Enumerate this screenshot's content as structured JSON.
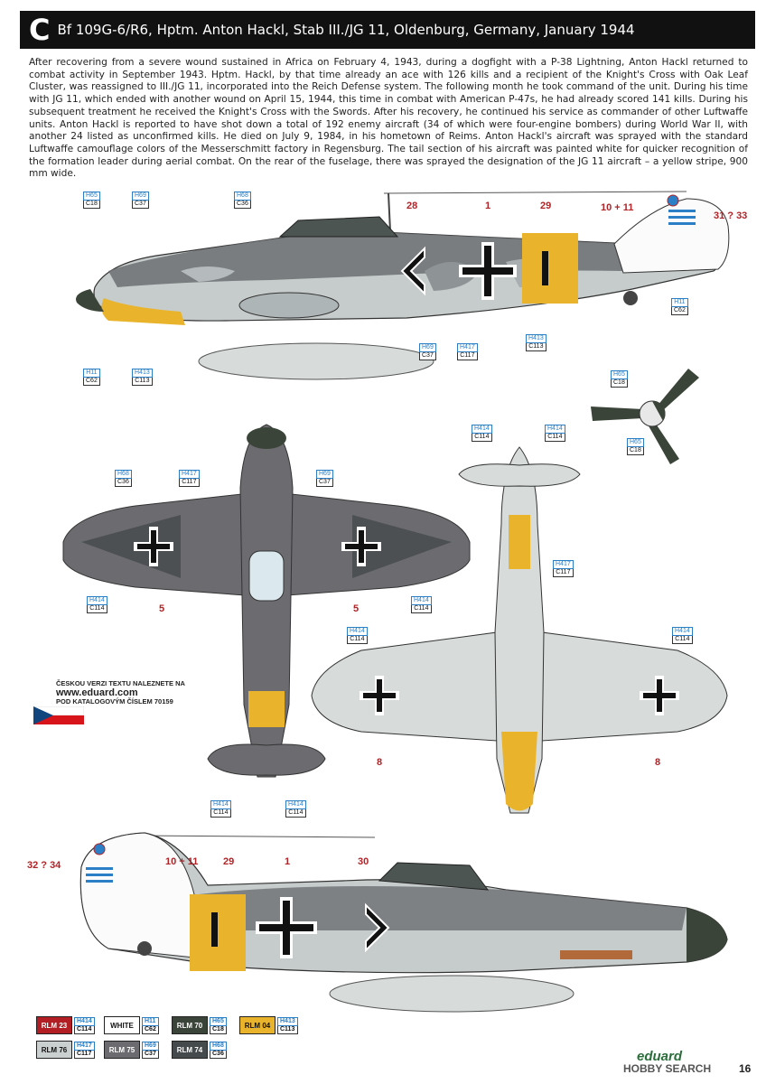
{
  "header": {
    "letter": "C",
    "title": "Bf 109G-6/R6, Hptm. Anton Hackl, Stab III./JG 11, Oldenburg, Germany, January 1944"
  },
  "description": "After recovering from a severe wound sustained in Africa on February 4, 1943, during a dogfight with a P-38 Lightning, Anton Hackl returned to combat activity in September 1943. Hptm. Hackl, by that time already an ace with 126 kills and a recipient of the Knight's Cross with Oak Leaf Cluster, was reassigned to III./JG 11, incorporated into the Reich Defense system. The following month he took command of the unit. During his time with JG 11, which ended with another wound on April 15, 1944, this time in combat with American P-47s, he had already scored 141 kills. During his subsequent treatment he received the Knight's Cross with the Swords. After his recovery, he continued his service as commander of other Luftwaffe units. Anton Hackl is reported to have shot down a total of 192 enemy aircraft (34 of which were four-engine bombers) during World War II, with another 24 listed as unconfirmed kills. He died on July 9, 1984, in his hometown of Reims. Anton Hackl's aircraft was sprayed with the standard Luftwaffe camouflage colors of the Messerschmitt factory in Regensburg. The tail section of his aircraft was painted white for quicker recognition of the formation leader during aerial combat. On the rear of the fuselage, there was sprayed the designation of the JG 11 aircraft – a yellow stripe, 900 mm wide.",
  "callouts": {
    "top_h65": {
      "h": "H65",
      "c": "C18"
    },
    "top_h69": {
      "h": "H69",
      "c": "C37"
    },
    "top_h68": {
      "h": "H68",
      "c": "C36"
    },
    "top_h11_tail": {
      "h": "H11",
      "c": "C62"
    },
    "top_h11_nose": {
      "h": "H11",
      "c": "C62"
    },
    "top_h413_nose": {
      "h": "H413",
      "c": "C113"
    },
    "top_h69_belly": {
      "h": "H69",
      "c": "C37"
    },
    "top_h417_belly": {
      "h": "H417",
      "c": "C117"
    },
    "top_h413_band": {
      "h": "H413",
      "c": "C113"
    },
    "prop_h65_top": {
      "h": "H65",
      "c": "C18"
    },
    "prop_h65_bottom": {
      "h": "H65",
      "c": "C18"
    },
    "plan_h68": {
      "h": "H68",
      "c": "C36"
    },
    "plan_h417": {
      "h": "H417",
      "c": "C117"
    },
    "plan_h69": {
      "h": "H69",
      "c": "C37"
    },
    "plan_h414_left": {
      "h": "H414",
      "c": "C114"
    },
    "plan_h414_right": {
      "h": "H414",
      "c": "C114"
    },
    "plan_h414_tail_l": {
      "h": "H414",
      "c": "C114"
    },
    "plan_h414_tail_r": {
      "h": "H414",
      "c": "C114"
    },
    "under_h414_tl": {
      "h": "H414",
      "c": "C114"
    },
    "under_h414_tr": {
      "h": "H414",
      "c": "C114"
    },
    "under_h417": {
      "h": "H417",
      "c": "C117"
    },
    "under_h414_wl": {
      "h": "H414",
      "c": "C114"
    },
    "under_h414_wr": {
      "h": "H414",
      "c": "C114"
    }
  },
  "stencil_numbers": {
    "n28": "28",
    "n1_top": "1",
    "n29_top": "29",
    "n10_11_top": "10 + 11",
    "n31_33": "31 ? 33",
    "n5_left": "5",
    "n5_right": "5",
    "n8_left": "8",
    "n8_right": "8",
    "n32_34": "32 ? 34",
    "n10_11_bottom": "10 + 11",
    "n29_bottom": "29",
    "n1_bottom": "1",
    "n30": "30"
  },
  "czech_note": {
    "line1": "ČESKOU VERZI TEXTU NALEZNETE NA",
    "url": "www.eduard.com",
    "line3": "POD KATALOGOVÝM ČÍSLEM 70159"
  },
  "legend": [
    {
      "name": "RLM 23",
      "h": "H414",
      "c": "C114",
      "color": "#b21e23",
      "text_color": "#ffffff"
    },
    {
      "name": "WHITE",
      "h": "H11",
      "c": "C62",
      "color": "#ffffff",
      "text_color": "#111111"
    },
    {
      "name": "RLM 70",
      "h": "H65",
      "c": "C18",
      "color": "#3a4438",
      "text_color": "#ffffff"
    },
    {
      "name": "RLM 04",
      "h": "H413",
      "c": "C113",
      "color": "#e9b42c",
      "text_color": "#111111"
    },
    {
      "name": "RLM 76",
      "h": "H417",
      "c": "C117",
      "color": "#c9d0cf",
      "text_color": "#111111"
    },
    {
      "name": "RLM 75",
      "h": "H69",
      "c": "C37",
      "color": "#6c6b6f",
      "text_color": "#ffffff"
    },
    {
      "name": "RLM 74",
      "h": "H68",
      "c": "C36",
      "color": "#454a4c",
      "text_color": "#ffffff"
    }
  ],
  "footer": {
    "brand": "eduard",
    "watermark": "HOBBY SEARCH",
    "page": "16"
  }
}
